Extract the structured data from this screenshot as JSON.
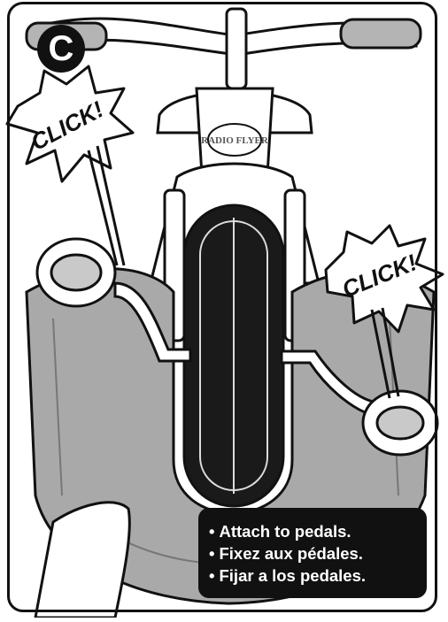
{
  "step": {
    "letter": "C"
  },
  "callouts": {
    "left_click": "CLICK!",
    "right_click": "CLICK!"
  },
  "logo": {
    "text": "RADIO FLYER"
  },
  "instructions": {
    "bullet": "•",
    "lines": [
      "Attach to pedals.",
      "Fixez aux pédales.",
      "Fijar a los pedales."
    ]
  },
  "colors": {
    "ink": "#111111",
    "paper": "#ffffff",
    "plastic": "#a9a9a9",
    "tire": "#1a1a1a"
  }
}
